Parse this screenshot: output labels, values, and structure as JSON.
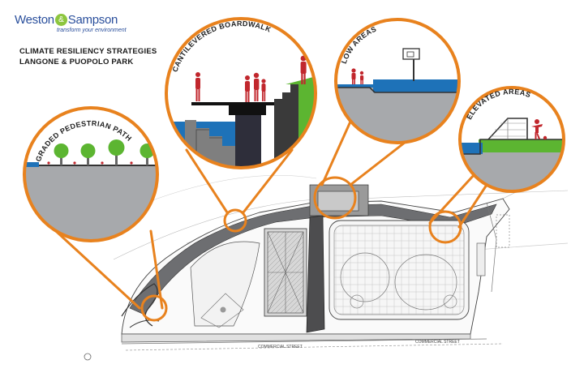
{
  "logo": {
    "part1": "Weston",
    "amp": "&",
    "part2": "Sampson",
    "tagline": "transform your environment"
  },
  "title": {
    "line1": "CLIMATE RESILIENCY STRATEGIES",
    "line2": "LANGONE & PUOPOLO PARK"
  },
  "callouts": {
    "graded_path": "GRADED PEDESTRIAN PATH",
    "boardwalk": "CANTILEVERED BOARDWALK",
    "low_areas": "LOW AREAS",
    "elevated_areas": "ELEVATED AREAS"
  },
  "streets": {
    "left": "COMMERCIAL STREET",
    "right": "COMMERCIAL STREET"
  },
  "colors": {
    "callout_orange": "#e8821e",
    "water_blue": "#1e72b8",
    "grass_green": "#5cb531",
    "ground_gray": "#a7a9ac",
    "figure_red": "#c1272d",
    "logo_blue": "#2a4f9c"
  }
}
